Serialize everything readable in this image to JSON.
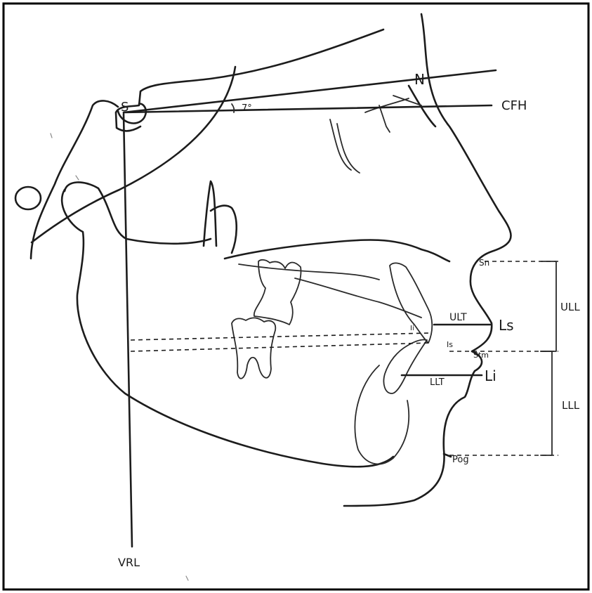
{
  "labels": {
    "sella": "S",
    "nasion": "N",
    "angle": "7°",
    "cfh": "CFH",
    "vrl": "VRL",
    "subnasale": "Sn",
    "ull": "ULL",
    "ult": "ULT",
    "ls": "Ls",
    "lower_incisor_tip": "Ii",
    "upper_incisor_tip": "Is",
    "stomion": "Stm",
    "lll": "LLL",
    "llt": "LLT",
    "li": "Li",
    "pogonion": "Pog"
  },
  "colors": {
    "paper": "#ffffff",
    "ink": "#1c1c1c",
    "border": "#000000"
  }
}
